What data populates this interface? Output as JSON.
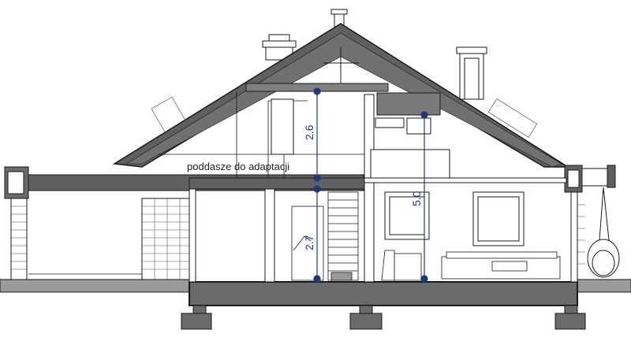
{
  "drawing": {
    "room_label": "poddasze do adaptacji",
    "dimensions": [
      {
        "id": "attic-height",
        "value": "2.6"
      },
      {
        "id": "ground-floor-height",
        "value": "2.7"
      },
      {
        "id": "living-room-height",
        "value": "5.0"
      }
    ],
    "colors": {
      "wall": "#606060",
      "line": "#1a1a1a",
      "dimension": "#1f3a78",
      "background": "#ffffff"
    }
  }
}
